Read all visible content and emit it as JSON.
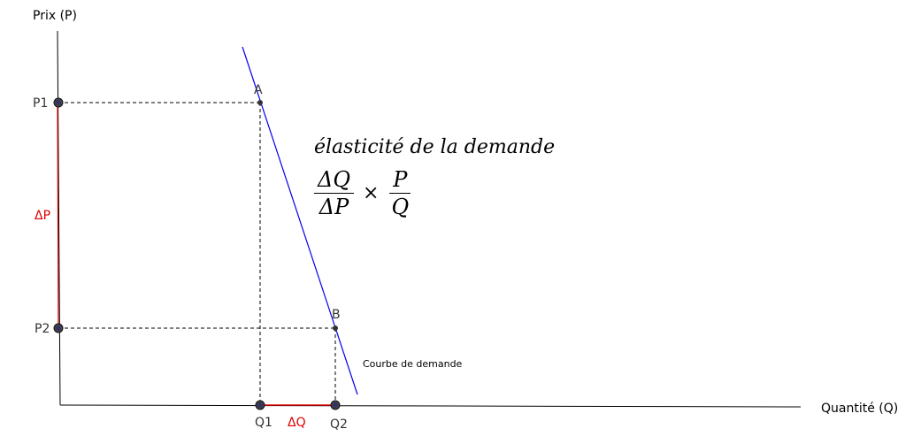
{
  "axes": {
    "y_label": "Prix (P)",
    "x_label": "Quantité (Q)"
  },
  "points": {
    "A": "A",
    "B": "B",
    "P1": "P1",
    "P2": "P2",
    "Q1": "Q1",
    "Q2": "Q2"
  },
  "deltas": {
    "delta_p": "ΔP",
    "delta_q": "ΔQ"
  },
  "curve": {
    "label": "Courbe de demande"
  },
  "formula": {
    "title": "élasticité de la demande",
    "num1": "ΔQ",
    "den1": "ΔP",
    "times": "×",
    "num2": "P",
    "den2": "Q"
  },
  "colors": {
    "demand_curve": "#0000ee",
    "delta": "#e00000",
    "axes": "#000000",
    "guides": "#000000"
  }
}
